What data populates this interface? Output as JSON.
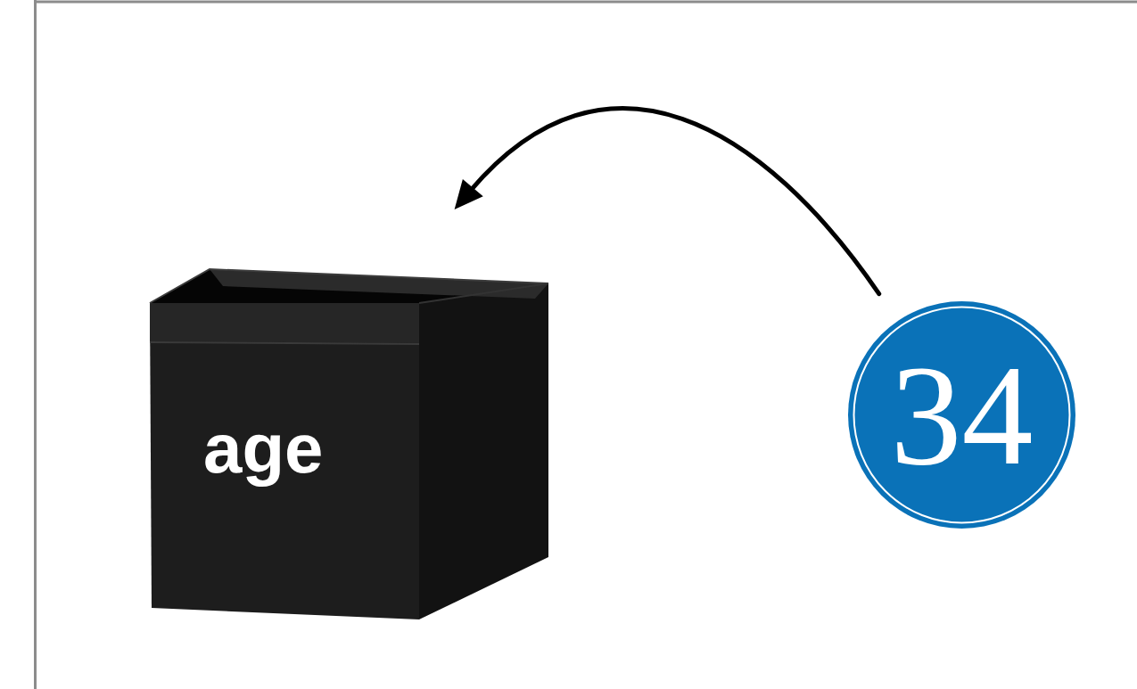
{
  "diagram": {
    "nodes": [
      {
        "text": [
          "age"
        ]
      },
      {
        "text": [
          "34"
        ]
      }
    ],
    "edges": [
      {
        "from": 1,
        "to": 0,
        "arrow": "to"
      }
    ]
  }
}
